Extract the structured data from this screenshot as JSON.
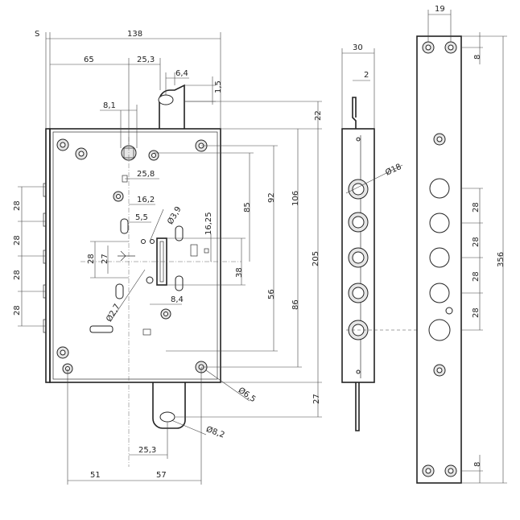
{
  "dimensions": {
    "s": "S",
    "d138": "138",
    "d65": "65",
    "d25_3_top": "25,3",
    "d6_4": "6,4",
    "d1_5": "1,5",
    "d8_1": "8,1",
    "d22": "22",
    "d25_8": "25,8",
    "d16_2": "16,2",
    "d5_5": "5,5",
    "d3_9": "Ø3,9",
    "d16_25": "16,25",
    "d85": "85",
    "d92": "92",
    "d106": "106",
    "d205": "205",
    "d28_inner": "28",
    "d27": "27",
    "d38": "38",
    "d56": "56",
    "d86": "86",
    "d8_4": "8,4",
    "d2_7": "Ø2,7",
    "d6_5": "Ø6,5",
    "d27_bottom": "27",
    "d8_2": "Ø8,2",
    "d25_3_bottom": "25,3",
    "d51": "51",
    "d57": "57",
    "pitch28_a": "28",
    "pitch28_b": "28",
    "pitch28_c": "28",
    "pitch28_d": "28",
    "side30": "30",
    "side2": "2",
    "side18": "Ø18",
    "bar19": "19",
    "bar8_top": "8",
    "bar8_bottom": "8",
    "bar356": "356",
    "bar28_a": "28",
    "bar28_b": "28",
    "bar28_c": "28",
    "bar28_d": "28"
  }
}
